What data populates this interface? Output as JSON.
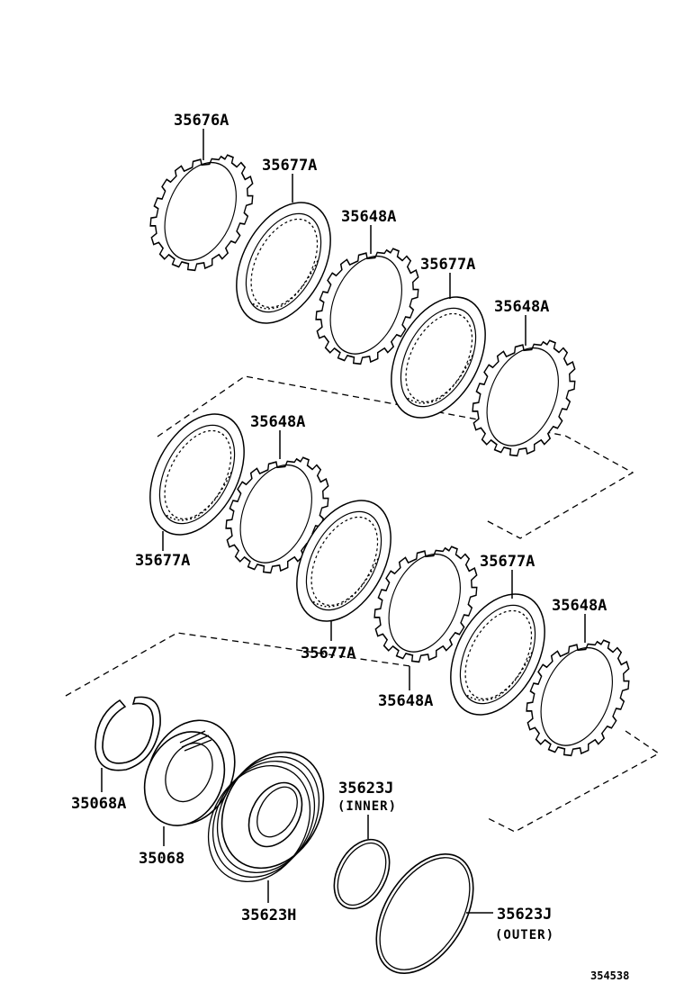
{
  "labels": {
    "p1": "35676A",
    "p2": "35677A",
    "p3": "35648A",
    "p4": "35677A",
    "p5": "35648A",
    "p6": "35648A",
    "p7": "35677A",
    "p8": "35677A",
    "p9": "35677A",
    "p10": "35648A",
    "p11": "35648A",
    "p12": "35068A",
    "p13": "35068",
    "p14": "35623H",
    "p15": "35623J",
    "p15_note": "(INNER)",
    "p16": "35623J",
    "p16_note": "(OUTER)"
  },
  "diagram_code": "354538"
}
